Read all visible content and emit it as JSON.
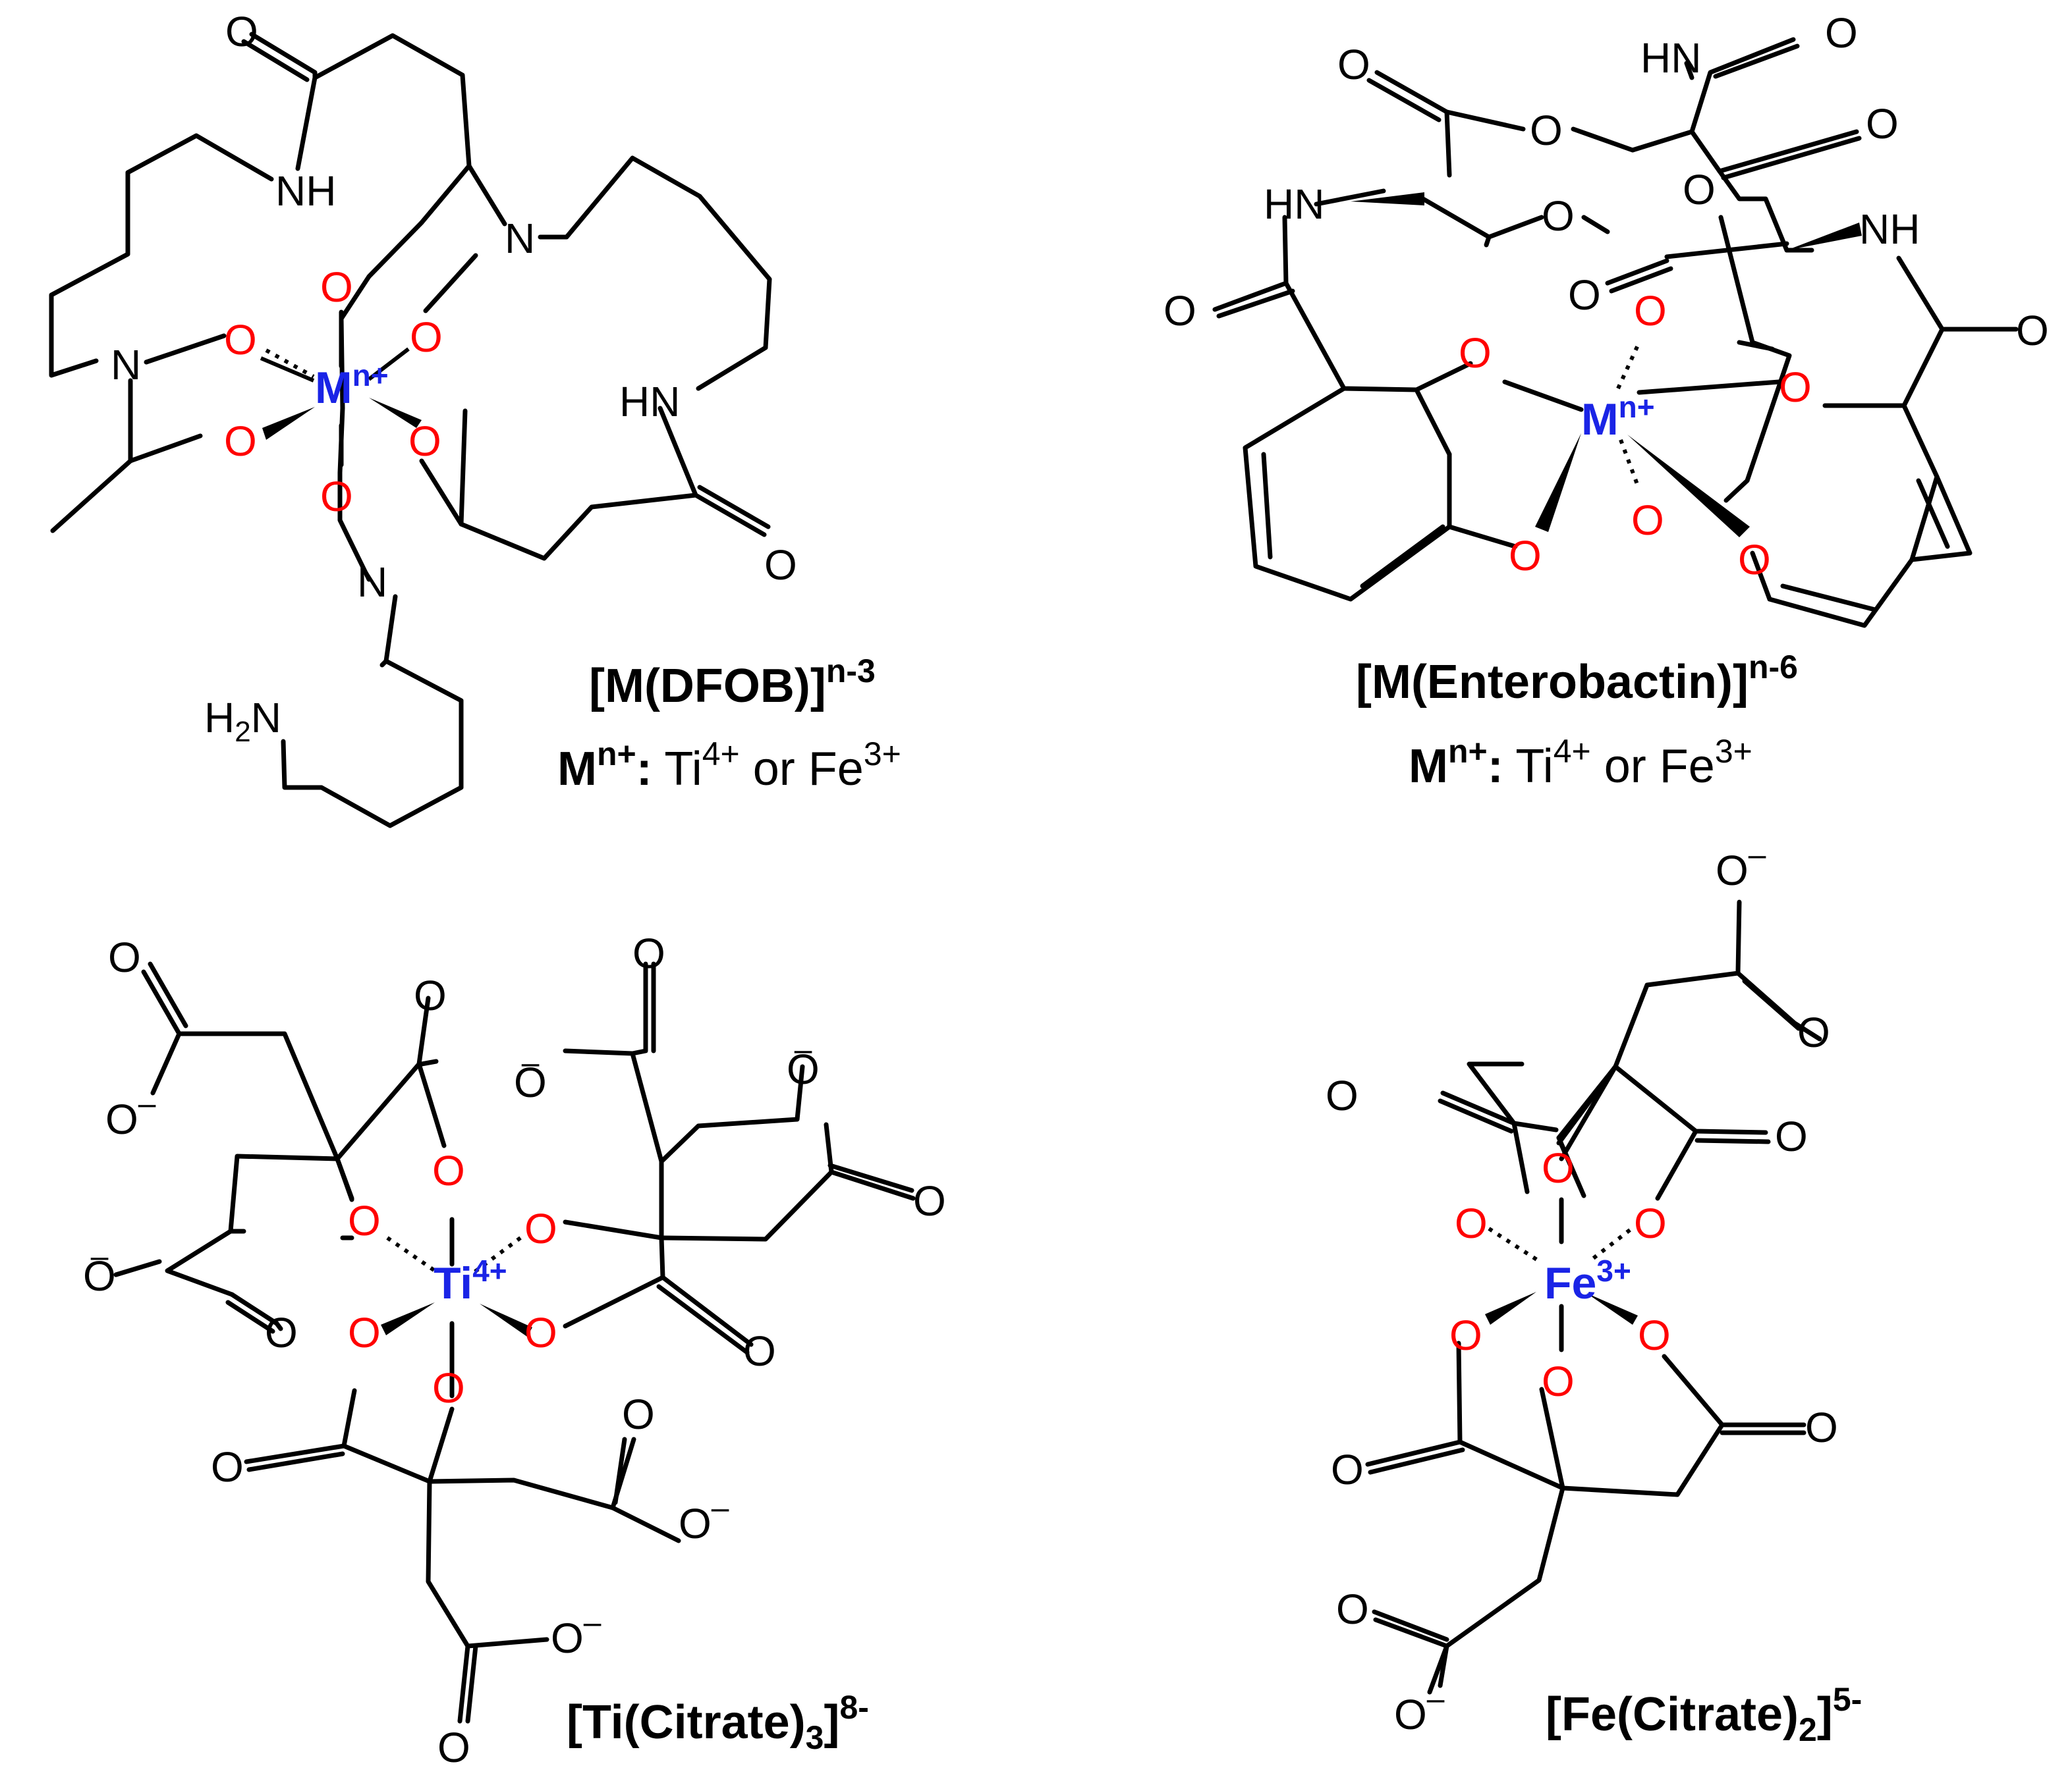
{
  "atoms": {
    "oxygen": "O",
    "nitrogen": "N",
    "amide_nh": "NH",
    "amide_hn": "HN",
    "amine_h": "H",
    "amine_sub": "2",
    "amine_n": "N",
    "anion": "–"
  },
  "metals": {
    "generic": "M",
    "generic_charge": "n+",
    "titanium": "Ti",
    "titanium_charge": "4+",
    "iron": "Fe",
    "iron_charge": "3+"
  },
  "complexes": {
    "dfob": {
      "name": "[M(DFOB)]",
      "charge": "n-3",
      "metal_prefix": "M",
      "metal_prefix_sup": "n+",
      "colon": ":",
      "ion1": " Ti",
      "ion1_sup": "4+",
      "or": " or Fe",
      "ion2_sup": "3+"
    },
    "enterobactin": {
      "name": "[M(Enterobactin)]",
      "charge": "n-6",
      "metal_prefix": "M",
      "metal_prefix_sup": "n+",
      "colon": ":",
      "ion1": " Ti",
      "ion1_sup": "4+",
      "or": " or Fe",
      "ion2_sup": "3+"
    },
    "ti_citrate": {
      "name": "[Ti(Citrate)",
      "sub": "3",
      "close": "]",
      "charge": "8-"
    },
    "fe_citrate": {
      "name": "[Fe(Citrate)",
      "sub": "2",
      "close": "]",
      "charge": "5-"
    }
  },
  "colors": {
    "oxygen": "#ff0000",
    "metal": "#1a24e6",
    "bond": "#000000"
  }
}
